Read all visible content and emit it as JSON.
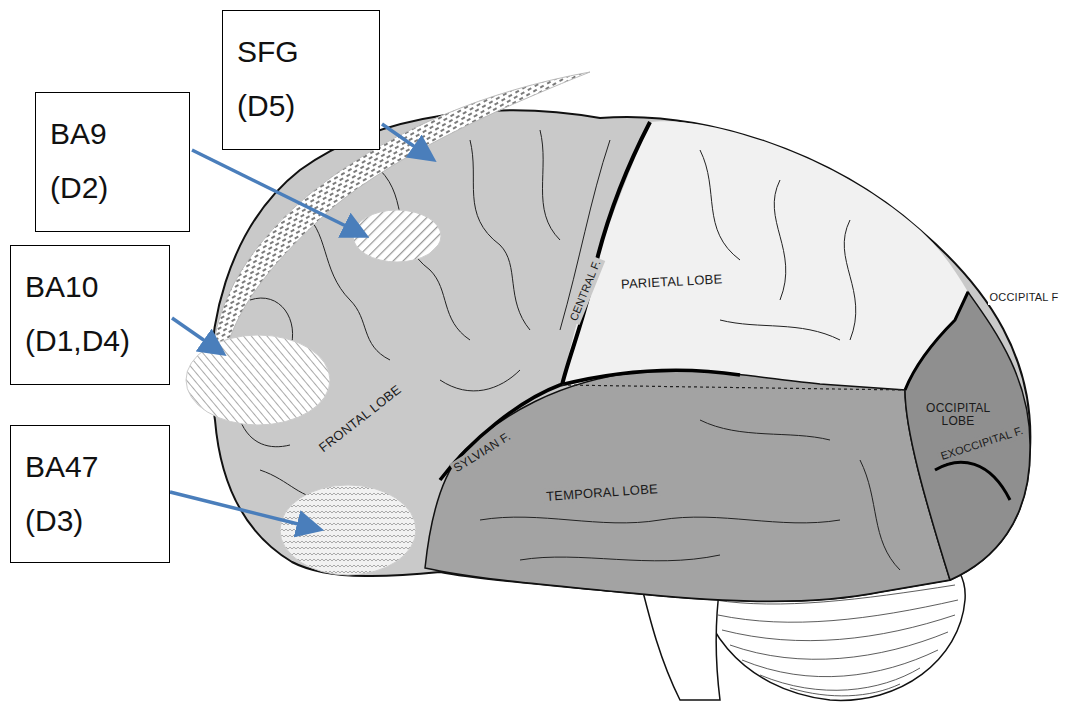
{
  "diagram": {
    "nodes": [
      {
        "text": [
          "SFG (D5)"
        ]
      },
      {
        "text": [
          "BA9 (D2)"
        ]
      },
      {
        "text": [
          "BA10 (D1,D4)"
        ]
      },
      {
        "text": [
          "BA47 (D3)"
        ]
      }
    ],
    "labels": [
      "PARIETAL LOBE",
      "CENTRAL F.",
      "OCCIPITAL F",
      "OCCIPITAL LOBE",
      "EXOCCIPITAL F.",
      "FRONTAL LOBE",
      "SYLVIAN F.",
      "TEMPORAL LOBE"
    ]
  }
}
